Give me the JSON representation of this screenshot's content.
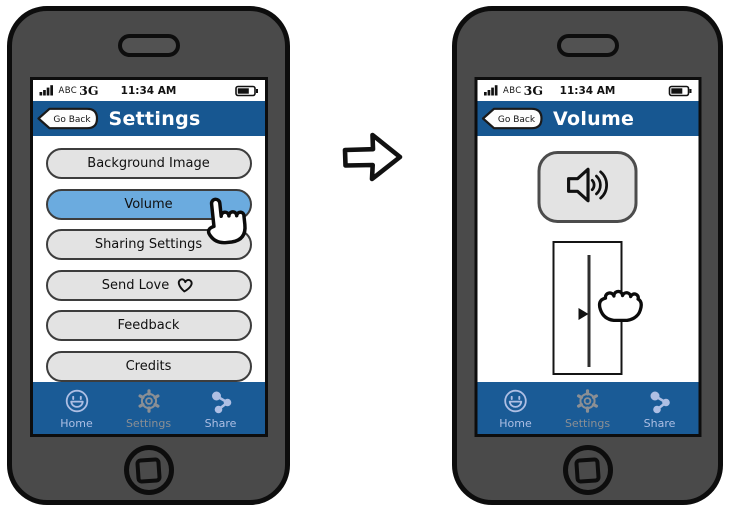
{
  "colors": {
    "header_blue": "#175791",
    "nav_blue": "#1a5b96",
    "selected_blue": "#6babdf",
    "button_gray": "#e3e3e3",
    "phone_body_gray": "#4a4a4a",
    "nav_item_blue": "#aebfe4",
    "nav_item_muted": "#8b8f94"
  },
  "status_bar": {
    "signal_icon": "signal-bars-icon",
    "carrier": "ABC",
    "network": "3G",
    "time": "11:34 AM",
    "battery_icon": "battery-icon"
  },
  "nav": {
    "items": [
      {
        "label": "Home",
        "icon": "smiley-face-icon",
        "active": false
      },
      {
        "label": "Settings",
        "icon": "gear-icon",
        "active": true
      },
      {
        "label": "Share",
        "icon": "share-icon",
        "active": false
      }
    ]
  },
  "left_phone": {
    "header": {
      "back_button": "Go Back",
      "title": "Settings"
    },
    "menu_buttons": [
      {
        "label": "Background Image",
        "selected": false
      },
      {
        "label": "Volume",
        "selected": true
      },
      {
        "label": "Sharing Settings",
        "selected": false
      },
      {
        "label": "Send Love",
        "selected": false,
        "icon": "heart-icon"
      },
      {
        "label": "Feedback",
        "selected": false
      },
      {
        "label": "Credits",
        "selected": false
      }
    ],
    "cursor": "pointer-hand-icon"
  },
  "right_phone": {
    "header": {
      "back_button": "Go Back",
      "title": "Volume"
    },
    "speaker_button": {
      "icon": "speaker-icon"
    },
    "volume_slider": {
      "orientation": "vertical",
      "thumb": "triangle-right",
      "thumb_position": "middle",
      "cursor": "grab-hand-icon"
    }
  },
  "transition_arrow": "right-arrow-icon"
}
